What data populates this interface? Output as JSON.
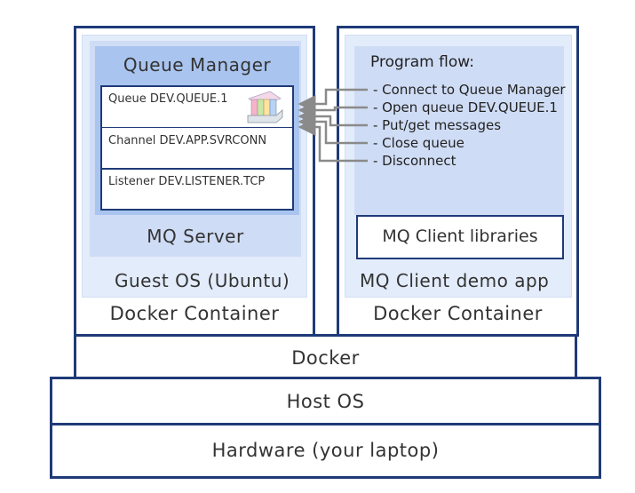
{
  "layers": {
    "hardware": "Hardware (your laptop)",
    "host_os": "Host OS",
    "docker": "Docker"
  },
  "left_container": {
    "label": "Docker Container",
    "guest_os": "Guest OS (Ubuntu)",
    "mq_server": "MQ Server",
    "queue_manager": {
      "title": "Queue Manager",
      "objects": [
        "Queue DEV.QUEUE.1",
        "Channel DEV.APP.SVRCONN",
        "Listener DEV.LISTENER.TCP"
      ]
    }
  },
  "right_container": {
    "label": "Docker Container",
    "app": "MQ Client demo app",
    "libraries": "MQ Client libraries",
    "flow_title": "Program flow:",
    "flow_steps": [
      "- Connect to Queue Manager",
      "- Open queue DEV.QUEUE.1",
      "- Put/get messages",
      "- Close queue",
      "- Disconnect"
    ]
  },
  "colors": {
    "border": "#1f3a78",
    "light_fill": "#e3ecfa",
    "mid_fill": "#cfdcf5",
    "qm_fill": "#a9c4ee",
    "arrow": "#8a8a8a"
  }
}
